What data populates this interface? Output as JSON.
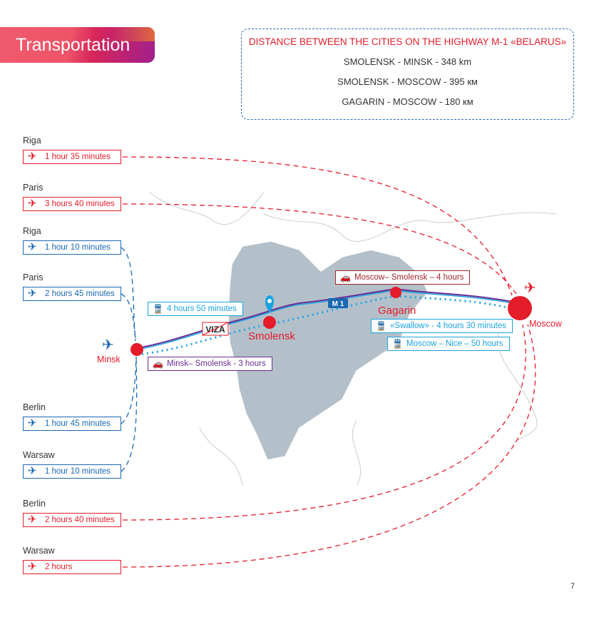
{
  "title": "Transportation",
  "distances": {
    "heading": "DISTANCE BETWEEN THE CITIES ON THE HIGHWAY M-1 «BELARUS»",
    "rows": [
      "SMOLENSK - MINSK - 348 km",
      "SMOLENSK - MOSCOW  - 395 км",
      "GAGARIN - MOSCOW  - 180 км"
    ]
  },
  "flights_moscow": [
    {
      "city": "Riga",
      "time": "1 hour 35 minutes"
    },
    {
      "city": "Paris",
      "time": "3 hours 40 minutes"
    },
    {
      "city": "Berlin",
      "time": "2 hours 40 minutes"
    },
    {
      "city": "Warsaw",
      "time": "2 hours"
    }
  ],
  "flights_minsk": [
    {
      "city": "Riga",
      "time": "1 hour 10 minutes"
    },
    {
      "city": "Paris",
      "time": "2 hours 45 minutes"
    },
    {
      "city": "Berlin",
      "time": "1 hour  45 minutes"
    },
    {
      "city": "Warsaw",
      "time": "1 hour 10 minutes"
    }
  ],
  "map": {
    "cities": {
      "minsk": "Minsk",
      "smolensk": "Smolensk",
      "gagarin": "Gagarin",
      "moscow": "Moscow"
    },
    "highway": "M 1",
    "viza": "VIZA",
    "routes": {
      "train_minsk": "4  hours  50 minutes",
      "car_minsk": "Minsk– Smolensk - 3 hours",
      "car_moscow": "Moscow– Smolensk – 4 hours",
      "swallow": "«Swallow» - 4 hours 30 minutes",
      "nice": "Moscow – Nice – 50 hours"
    }
  },
  "colors": {
    "red": "#e51c2a",
    "blue": "#1a67b1",
    "cyan": "#1aa3e0",
    "purple": "#6a2c91",
    "darkred": "#a3262d",
    "region": "#b3c0ca"
  },
  "page_number": "7"
}
